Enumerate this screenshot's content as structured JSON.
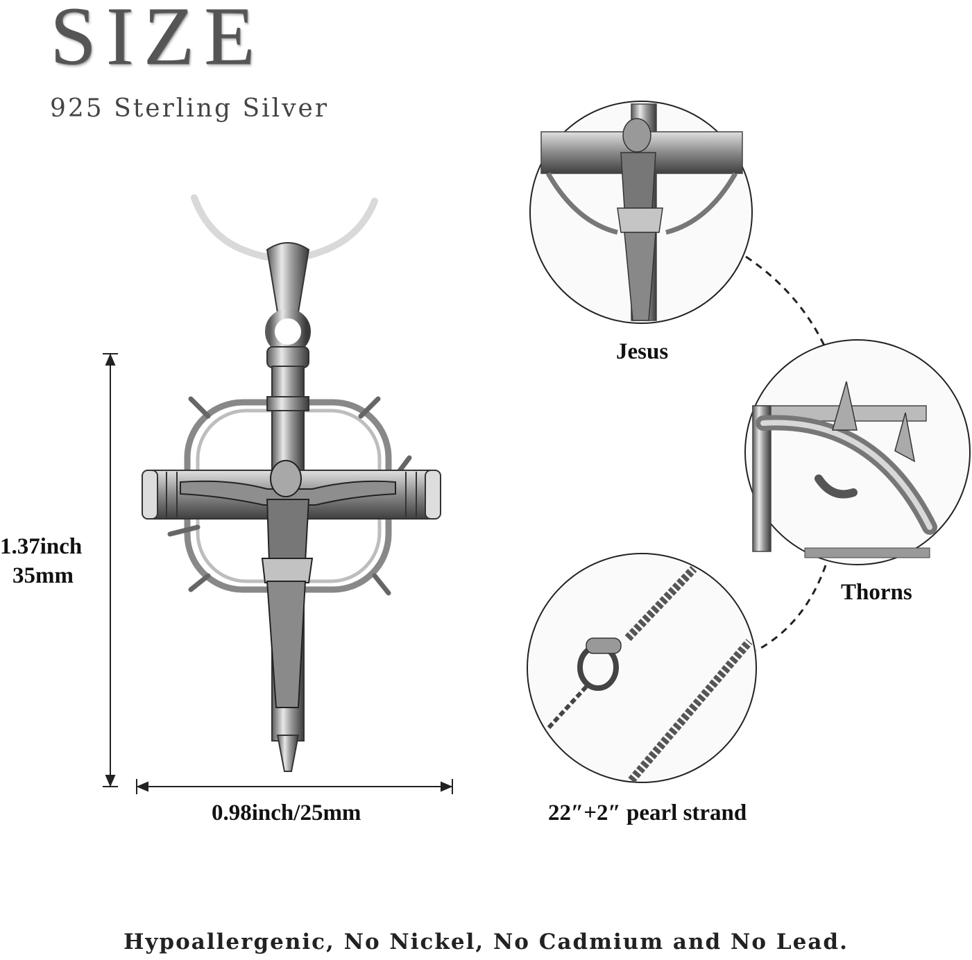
{
  "header": {
    "title": "SIZE",
    "material": "925 Sterling Silver"
  },
  "dimensions": {
    "height_inch": "1.37inch",
    "height_mm": "35mm",
    "width": "0.98inch/25mm"
  },
  "details": {
    "jesus_label": "Jesus",
    "thorns_label": "Thorns",
    "chain_label": "22″+2″ pearl strand"
  },
  "footer": {
    "text": "Hypoallergenic, No Nickel, No Cadmium and No Lead."
  },
  "colors": {
    "silver_light": "#e6e6e6",
    "silver_mid": "#9a9a9a",
    "silver_dark": "#3a3a3a"
  }
}
